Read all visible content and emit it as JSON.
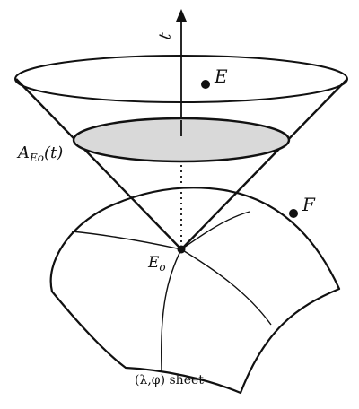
{
  "axis": {
    "label": "t"
  },
  "points": {
    "E": {
      "label": "E"
    },
    "F": {
      "label": "F"
    },
    "E0": {
      "label_main": "E",
      "label_sub": "o"
    }
  },
  "region": {
    "label_main": "A",
    "label_sub": "Eo",
    "label_arg": "(t)"
  },
  "sheet": {
    "label": "(λ,φ) sheet"
  },
  "colors": {
    "ink": "#111111",
    "shaded_disk": "#d9d9d9"
  }
}
